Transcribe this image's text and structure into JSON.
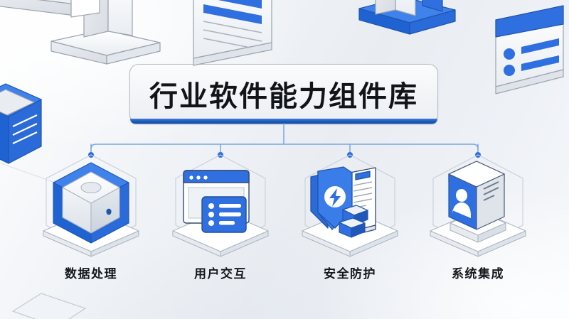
{
  "page": {
    "title": "行业软件能力组件库",
    "background_color": "#eef1f5",
    "accent_color": "#2f6fe0",
    "accent_dark_color": "#1d5fc4",
    "text_color": "#111418",
    "line_color": "#7aa6e0"
  },
  "header": {
    "title": "行业软件能力组件库",
    "underline_color": "#1d5fc4",
    "border_color": "#b9bfc7"
  },
  "nodes": [
    {
      "id": "data-processing",
      "label": "数据处理",
      "icon": "cube-icon",
      "icon_description": "isometric blue framed cube with light inner block"
    },
    {
      "id": "user-interaction",
      "label": "用户交互",
      "icon": "window-list-icon",
      "icon_description": "browser window with three dots and overlapping blue list card"
    },
    {
      "id": "security-protection",
      "label": "安全防护",
      "icon": "shield-bolt-icon",
      "icon_description": "blue shield with lightning bolt, clipboard document and stacked blue boxes"
    },
    {
      "id": "system-integration",
      "label": "系统集成",
      "icon": "server-user-icon",
      "icon_description": "isometric server cabinet with user silhouette on blue face"
    }
  ],
  "decorations": [
    {
      "id": "deco-top-left-platform",
      "name": "isometric-platform-icon"
    },
    {
      "id": "deco-top-card",
      "name": "document-card-icon"
    },
    {
      "id": "deco-top-pedestal",
      "name": "pedestal-icon"
    },
    {
      "id": "deco-top-right-panel",
      "name": "list-panel-icon"
    },
    {
      "id": "deco-left-box",
      "name": "open-box-icon"
    },
    {
      "id": "deco-bottom-left-diamond",
      "name": "diamond-platform-icon"
    }
  ]
}
